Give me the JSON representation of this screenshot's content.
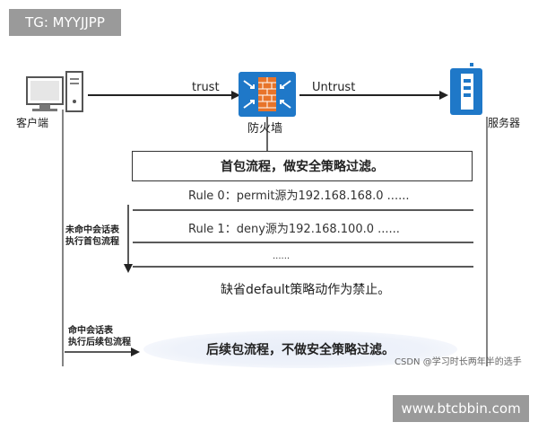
{
  "tag_top": "TG: MYYJJPP",
  "tag_bottom": "www.btcbbin.com",
  "nodes": {
    "client_label": "客户端",
    "firewall_label": "防火墙",
    "server_label": "服务器"
  },
  "links": {
    "trust": "trust",
    "untrust": "Untrust"
  },
  "first_packet_box": "首包流程，做安全策略过滤。",
  "rules": [
    "Rule 0：permit源为192.168.168.0 ......",
    "Rule 1：deny源为192.168.100.0 ......",
    "......"
  ],
  "default_rule": "缺省default策略动作为禁止。",
  "miss_note": [
    "未命中会话表",
    "执行首包流程"
  ],
  "hit_note": [
    "命中会话表",
    "执行后续包流程"
  ],
  "later_packet_box": "后续包流程，不做安全策略过滤。",
  "watermark": "CSDN @学习时长两年半的选手",
  "colors": {
    "icon_blue": "#1f78c8",
    "brick_orange": "#e8742a",
    "line": "#222222"
  }
}
